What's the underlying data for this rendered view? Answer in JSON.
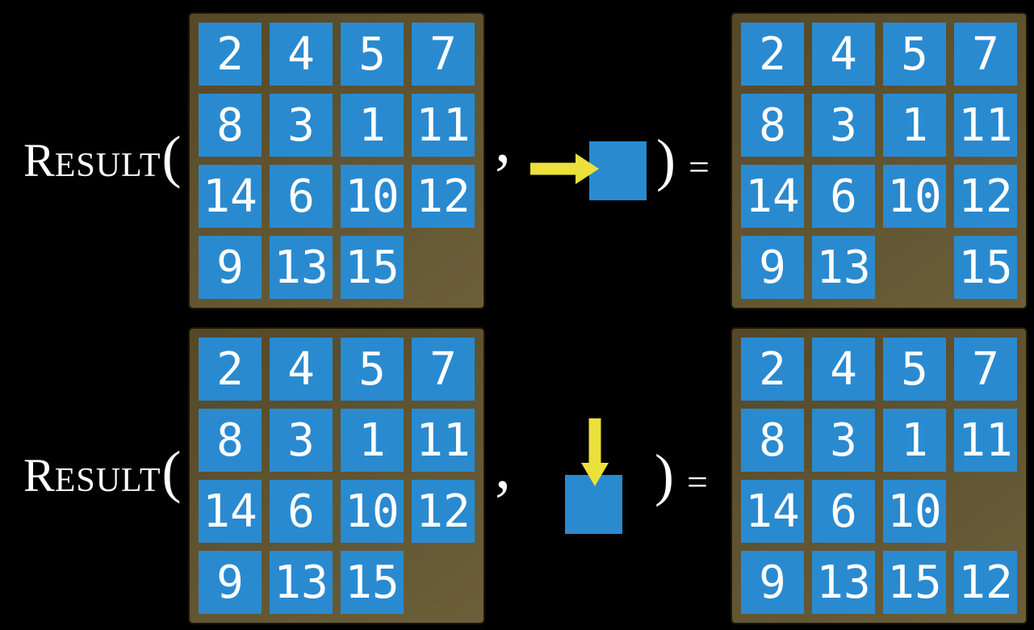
{
  "figure": {
    "function_cap": "R",
    "function_rest": "ESULT",
    "open_paren": "(",
    "comma": ",",
    "close_paren": ")",
    "equals": "="
  },
  "colors": {
    "background": "#000000",
    "board": "#5f5330",
    "board_dark": "#544827",
    "board_light": "#6c5f3a",
    "tile_blue": "#2a8ad0",
    "arrow_yellow": "#ece13b",
    "text_white": "#ffffff"
  },
  "examples": [
    {
      "move_direction": "right",
      "move_icon": "right-arrow-into-blank-square",
      "input_board": [
        [
          "2",
          "4",
          "5",
          "7"
        ],
        [
          "8",
          "3",
          "1",
          "11"
        ],
        [
          "14",
          "6",
          "10",
          "12"
        ],
        [
          "9",
          "13",
          "15",
          ""
        ]
      ],
      "output_board": [
        [
          "2",
          "4",
          "5",
          "7"
        ],
        [
          "8",
          "3",
          "1",
          "11"
        ],
        [
          "14",
          "6",
          "10",
          "12"
        ],
        [
          "9",
          "13",
          "",
          "15"
        ]
      ]
    },
    {
      "move_direction": "down",
      "move_icon": "down-arrow-into-blank-square",
      "input_board": [
        [
          "2",
          "4",
          "5",
          "7"
        ],
        [
          "8",
          "3",
          "1",
          "11"
        ],
        [
          "14",
          "6",
          "10",
          "12"
        ],
        [
          "9",
          "13",
          "15",
          ""
        ]
      ],
      "output_board": [
        [
          "2",
          "4",
          "5",
          "7"
        ],
        [
          "8",
          "3",
          "1",
          "11"
        ],
        [
          "14",
          "6",
          "10",
          ""
        ],
        [
          "9",
          "13",
          "15",
          "12"
        ]
      ]
    }
  ]
}
